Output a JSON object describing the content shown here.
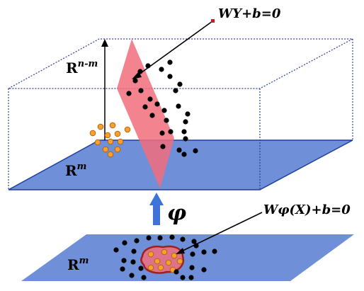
{
  "labels": {
    "top_plane_eq": "WY+b=0",
    "bottom_boundary_eq": "Wφ(X)+b=0",
    "axis_base": "R",
    "axis_exp": "n-m",
    "plane_base": "R",
    "plane_exp": "m",
    "lower_plane_base": "R",
    "lower_plane_exp": "m",
    "mapping_symbol": "φ"
  },
  "colors": {
    "plane_fill": "#6f8fd8",
    "plane_edge": "#1f3f9f",
    "box_edge": "#2d3fa0",
    "hyperplane_fill": "#f26d7d",
    "black_points": "#000000",
    "orange_points": "#f3a230",
    "orange_point_stroke": "#b8610c",
    "boundary_curve": "#a01f1f",
    "arrow_blue": "#3f73d8"
  }
}
